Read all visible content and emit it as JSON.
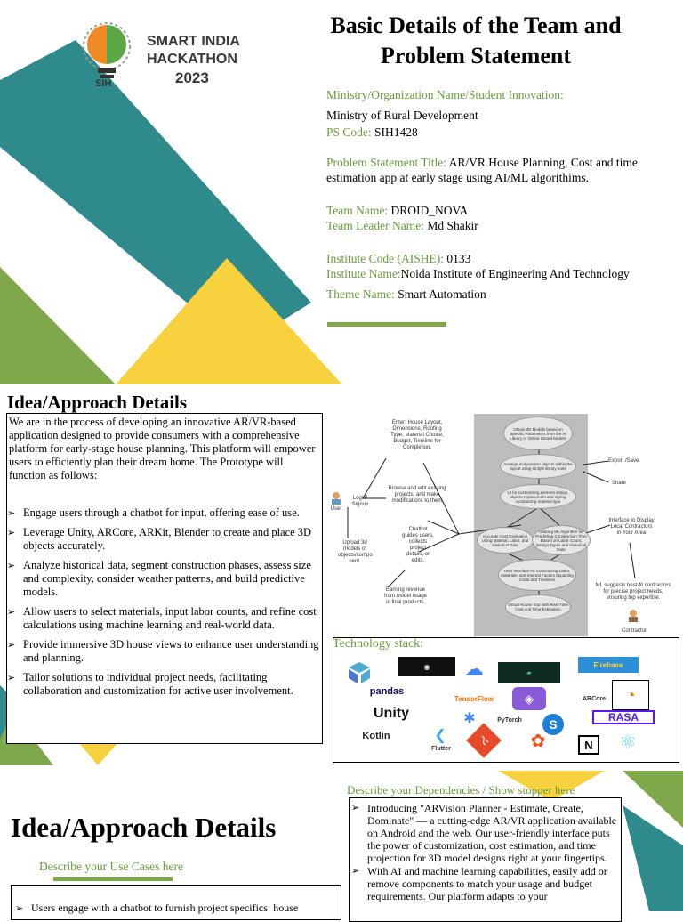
{
  "logo": {
    "line1": "SMART INDIA",
    "line2": "HACKATHON",
    "line3": "2023",
    "badge": "SIH"
  },
  "title": {
    "line1": "Basic Details of the Team and",
    "line2": "Problem Statement"
  },
  "details": {
    "ministry_label": "Ministry/Organization Name/Student Innovation:",
    "ministry_value": "Ministry of Rural Development",
    "ps_label": "PS Code:",
    "ps_value": "SIH1428",
    "ps_title_label": "Problem Statement Title:",
    "ps_title_value": "AR/VR House Planning, Cost and time estimation app at early stage using  AI/ML  algorithims.",
    "team_name_label": "Team Name:",
    "team_name_value": "DROID_NOVA",
    "leader_label": "Team Leader Name:",
    "leader_value": "Md Shakir",
    "institute_code_label": "Institute Code (AISHE):",
    "institute_code_value": "0133",
    "institute_name_label": "Institute Name:",
    "institute_name_value": "Noida Institute of Engineering And Technology",
    "theme_label": "Theme Name:",
    "theme_value": "Smart Automation"
  },
  "idea": {
    "heading": "Idea/Approach Details",
    "intro": "We are in the process of developing an innovative AR/VR-based application designed to provide consumers with a comprehensive platform for early-stage house planning. This platform will empower users to efficiently plan their dream home. The Prototype will function as follows:",
    "bullets": [
      "Engage users through a chatbot for input, offering ease of use.",
      "Leverage Unity, ARCore, ARKit, Blender to create and place 3D objects accurately.",
      "Analyze historical data, segment construction phases, assess size and complexity, consider weather patterns, and build predictive models.",
      "Allow users to select materials, input labor counts, and refine cost calculations using machine learning and real-world data.",
      "Provide immersive 3D house views to enhance user understanding and planning.",
      "Tailor solutions to individual project needs, facilitating collaboration and customization for active user involvement."
    ]
  },
  "flow": {
    "user": "User",
    "login": "Login/ Signup",
    "enter": "Enter: House Layout, Dimensions, Roofing Type, Material Choice, Budget, Timeline for Completion.",
    "browse": "Browse and edit existing projects, and make modifications to them",
    "chatbot": "Chatbot guides users, collects project details, or edits.",
    "upload": "Upload 3d models of objects/compo nent.",
    "earning": "Earning revenue from model usage in final products.",
    "export": "Export /Save",
    "share": "Share",
    "interface": "Interface to Display Local Contractors in Your Area",
    "ml": "ML suggests best-fit contractors for precise project needs, ensuring top expertise.",
    "contractor": "Contractor",
    "oval1": "Obtain 3D Models based on Specific Parameters from the AI Library or Online Stored Models",
    "oval2": "Arrange and position objects within the layout using Unity's library tools",
    "oval3": "UI for customizing element design, objects replacement and styling customizing material type",
    "oval4": "Accurate Cost Estimation Using Material, Labor, and Historical Data",
    "oval5": "Utilizing ML Algorithm for Predicting Construction Time Based on Labor Count, Design Types and Historical Data",
    "oval6": "User Interface for Customizing Labor, Materials, and Internal Factors Impacting Costs and Timelines",
    "oval7": "Virtual House Tour with Real-Time Cost and Time Estimation"
  },
  "tech": {
    "label": "Technology stack:",
    "items": [
      "pandas",
      "TensorFlow",
      "Unity",
      "PyTorch",
      "Kotlin",
      "Flutter",
      "ARCore",
      "RASA",
      "Firebase"
    ]
  },
  "bottom": {
    "heading": "Idea/Approach Details",
    "use_cases_label": "Describe your Use Cases here",
    "use_case_bullet": "Users engage with a chatbot to furnish project specifics: house",
    "dependencies_label": "Describe your Dependencies / Show stopper here",
    "dep_bullets": [
      "Introducing \"ARVision Planner - Estimate, Create, Dominate\" — a cutting-edge AR/VR application available on Android and the web. Our user-friendly interface puts the power of customization, cost estimation, and time projection for 3D model designs right at your fingertips.",
      "With AI and machine learning capabilities, easily add or remove components to match your usage and budget requirements. Our platform adapts to your"
    ]
  },
  "colors": {
    "teal": "#2f8a8c",
    "green": "#6a9a3c",
    "yellow": "#f7d23e",
    "label_green": "#6a9a3c"
  }
}
